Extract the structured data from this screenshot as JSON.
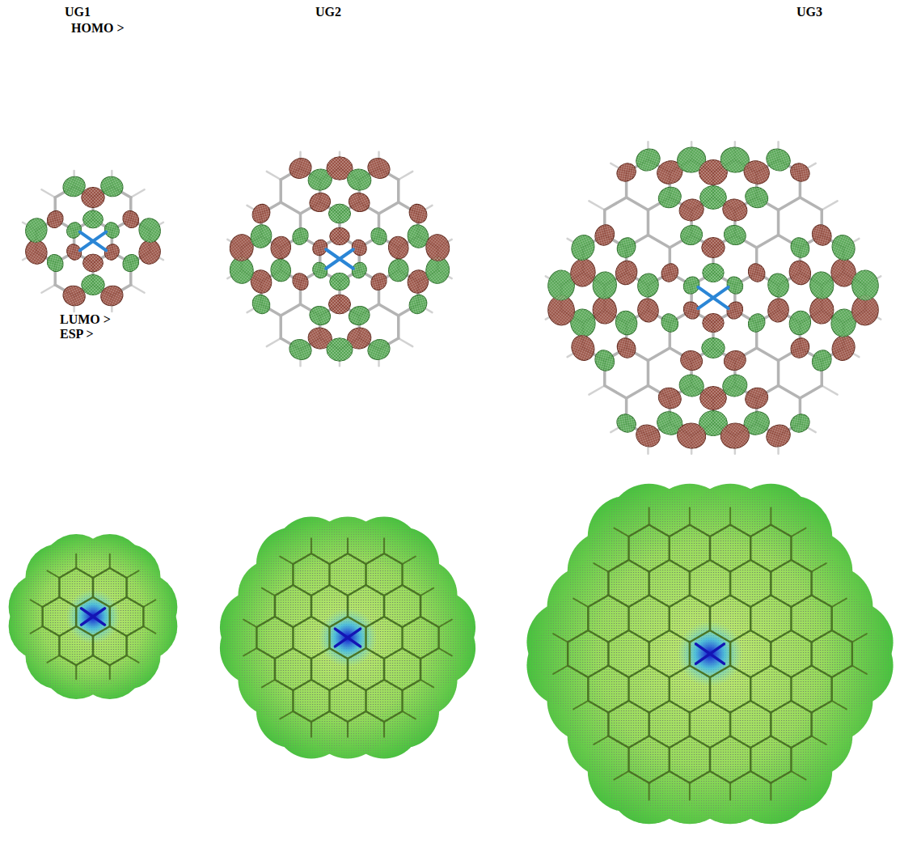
{
  "diagram": {
    "labels": [
      "UG1",
      "UG2",
      "UG3",
      "HOMO >",
      "LUMO >",
      "ESP >"
    ]
  }
}
